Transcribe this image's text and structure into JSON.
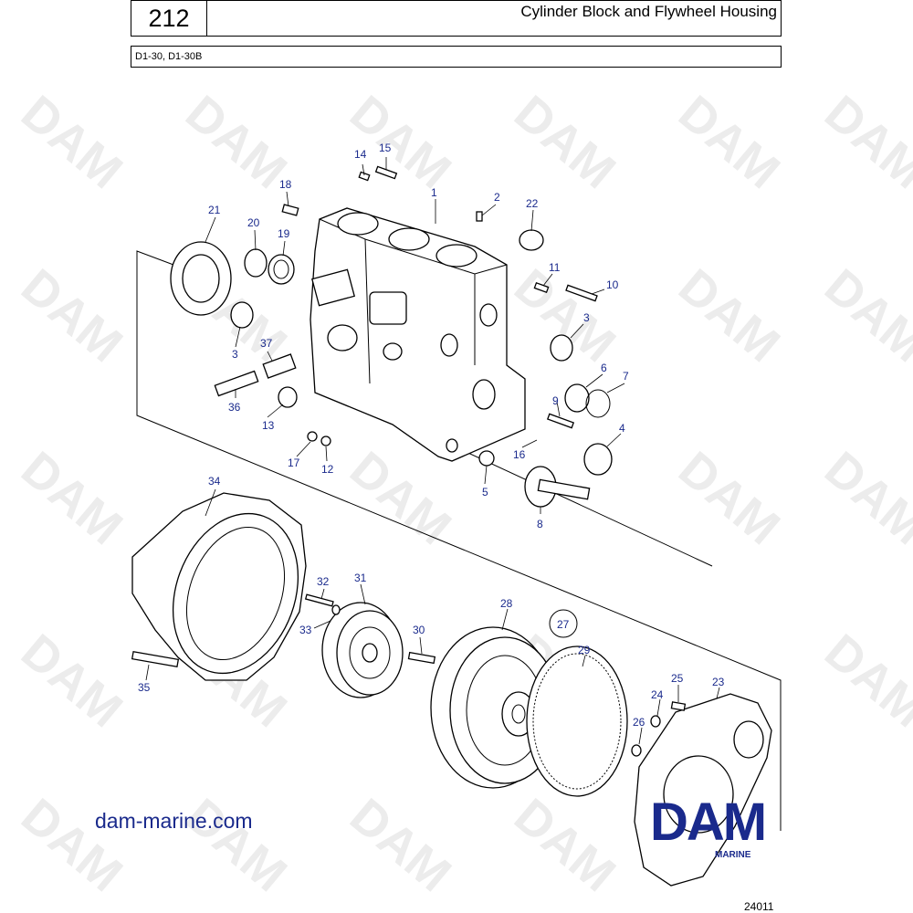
{
  "header": {
    "page_number": "212",
    "title": "Cylinder Block and Flywheel Housing",
    "models": "D1-30, D1-30B"
  },
  "watermark": "DAM",
  "brand": {
    "logo_text": "DAM",
    "sub_text": "MARINE",
    "color": "#1a2a8c"
  },
  "website": "dam-marine.com",
  "drawing_ref": "24011",
  "labels": {
    "p1": "1",
    "p2": "2",
    "p3a": "3",
    "p3b": "3",
    "p4": "4",
    "p5": "5",
    "p6": "6",
    "p7": "7",
    "p8": "8",
    "p9": "9",
    "p10": "10",
    "p11": "11",
    "p12": "12",
    "p13": "13",
    "p14": "14",
    "p15": "15",
    "p16": "16",
    "p17": "17",
    "p18": "18",
    "p19": "19",
    "p20": "20",
    "p21": "21",
    "p22": "22",
    "p23": "23",
    "p24": "24",
    "p25": "25",
    "p26": "26",
    "p27": "27",
    "p28": "28",
    "p29": "29",
    "p30": "30",
    "p31": "31",
    "p32": "32",
    "p33": "33",
    "p34": "34",
    "p35": "35",
    "p36": "36",
    "p37": "37"
  }
}
